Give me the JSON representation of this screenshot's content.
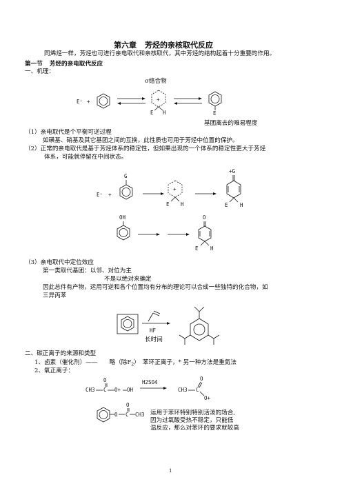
{
  "title": {
    "chapter": "第六章",
    "name": "芳烃的亲核取代反应"
  },
  "intro": "同烯烃一样，芳烃也可进行亲电取代和亲核取代，其中芳烃的结构起着十分重要的作用。",
  "section1": {
    "num": "第一节",
    "name": "芳烃的亲电取代反应"
  },
  "mech": {
    "heading": "一、机理：",
    "sigma_label": "σ络合物",
    "e_plus": "E⁺",
    "plus_sign": "+",
    "leaving_caption": "基团离去的难易程度"
  },
  "points": {
    "p1": "（1）亲电取代是个平衡可逆过程",
    "p1a": "如磺基、硝基及其它基团之间的互换，此性质也可用于芳烃中位置的保护。",
    "p2": "（2）正常的亲电取代是基于芳烃体系的稳定性，但如果出现的一个体系的稳定性更大于芳烃",
    "p2b": "体系，可能就停留在中间状态。",
    "p3": "（3）亲电取代中定位效应",
    "p3a": "第一类取代基团：以邻、对位为主",
    "p3b": "不是以绝对来确定",
    "p3c": "因此总件有产物，运用可逆和各个位置均有分布的理论可以合成一些独特的化合物，如",
    "p3d": "三异丙苯"
  },
  "labels": {
    "e": "E",
    "h": "H",
    "g": "G",
    "pg": "+G",
    "oh": "OH",
    "o": "O",
    "hf": "HF",
    "long_time": "长时间",
    "ch3": "CH3",
    "c": "C",
    "oplus": "O+",
    "oh_tail": "OH",
    "h2so4": "H2SO4",
    "o_minus": "O"
  },
  "section2": {
    "heading": "二、碳正离子的来源和类型",
    "s1": "1、卤素（催化剂）——　　略（除F",
    "s1_sub": "2",
    "s1_end": "）　苯环正离子，* 另一种方法是重氮法",
    "s2": "2、氧正离子："
  },
  "note": {
    "l1": "运用于苯环特别特别活泼的场合,",
    "l2": "因为过氧酸受热不稳定，只能低",
    "l3": "温反应，那么对苯环的要求就较高"
  },
  "page_number": "1"
}
